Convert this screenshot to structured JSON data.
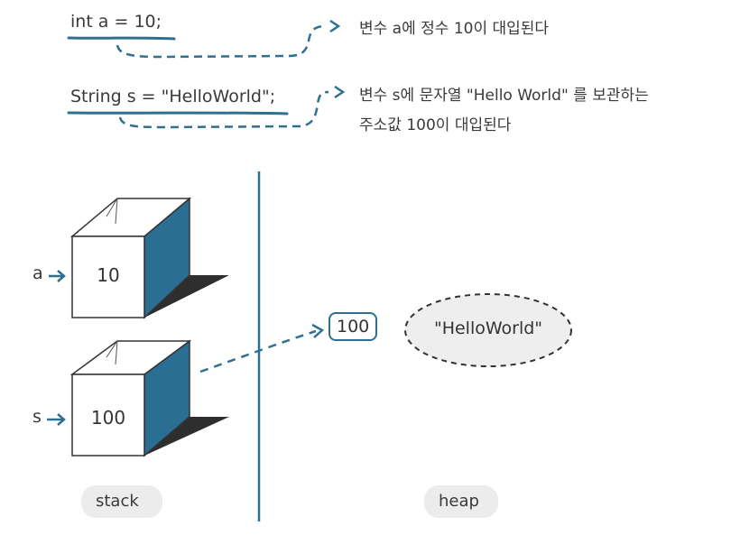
{
  "code": {
    "line1": "int a = 10;",
    "line2": "String s = \"HelloWorld\";"
  },
  "notes": {
    "note1": "변수 a에 정수 10이 대입된다",
    "note2_line1": "변수 s에 문자열 \"Hello World\" 를 보관하는",
    "note2_line2": "주소값 100이 대입된다"
  },
  "stack": {
    "label": "stack",
    "box_a": {
      "pointer": "a",
      "value": "10"
    },
    "box_s": {
      "pointer": "s",
      "value": "100"
    }
  },
  "heap": {
    "label": "heap",
    "address": "100",
    "string_value": "\"HelloWorld\""
  },
  "colors": {
    "accent": "#2f6f8f",
    "box_side": "#2b6e93",
    "shadow": "#2e2e2e",
    "caption_bg": "#ececec"
  }
}
